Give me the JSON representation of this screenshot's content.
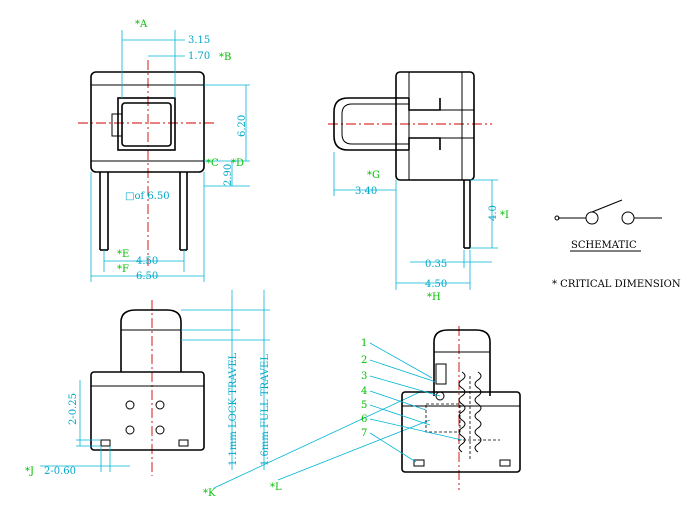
{
  "colors": {
    "outline": "#000000",
    "dimension": "#00b4d8",
    "label": "#00c000",
    "centerline": "#d00000"
  },
  "dims": {
    "top_a": "3.15",
    "top_b": "1.70",
    "right_height": "6.20",
    "lower_gap": "2.90",
    "body_square": "□of 6.50",
    "pin_pitch": "4.50",
    "body_width": "6.50",
    "side_left": "3.40",
    "pin_length": "4.0",
    "pin_thick": "0.35",
    "side_pitch": "4.50",
    "pad_size": "2-0.25",
    "pad_bottom": "2-0.60",
    "lock_travel": "1.1mm LOCK TRAVEL",
    "full_travel": "1.6mm FULL TRAVEL"
  },
  "labels": {
    "A": "*A",
    "B": "*B",
    "C": "*C",
    "D": "*D",
    "E": "*E",
    "F": "*F",
    "G": "*G",
    "H": "*H",
    "I": "*I",
    "J": "*J",
    "K": "*K",
    "L": "*L"
  },
  "parts": [
    "1",
    "2",
    "3",
    "4",
    "5",
    "6",
    "7"
  ],
  "schematic_label": "SCHEMATIC",
  "critical_note": "* CRITICAL DIMENSION"
}
